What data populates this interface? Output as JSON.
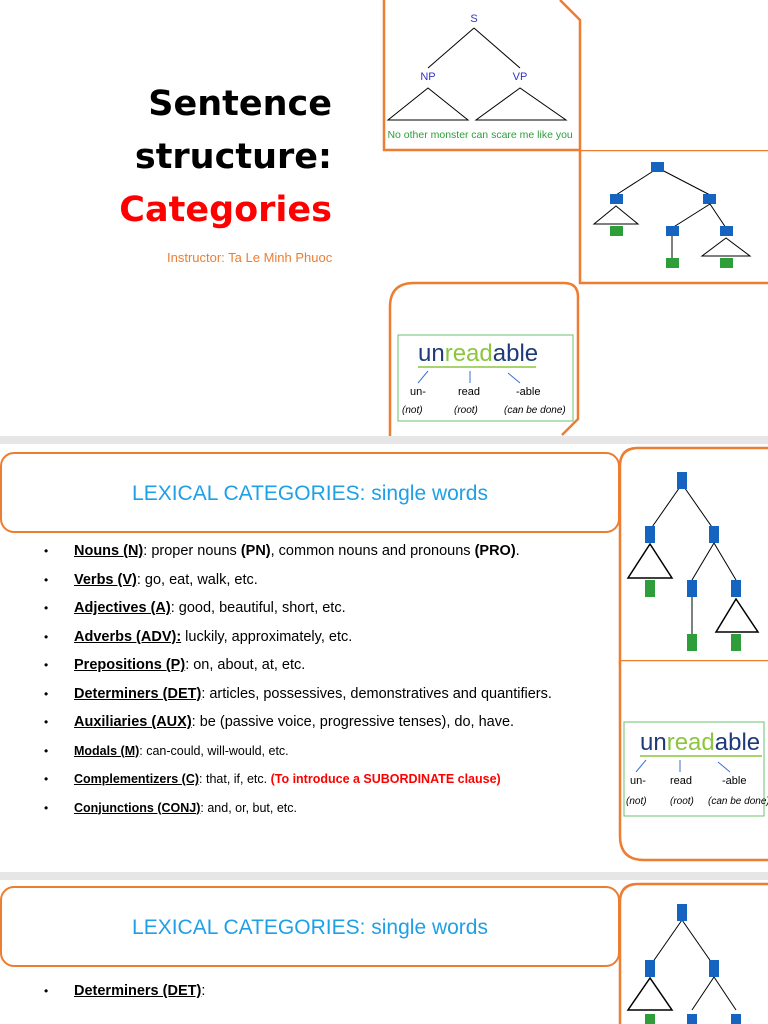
{
  "slide1": {
    "title_line1": "Sentence",
    "title_line2": "structure:",
    "title_line3": "Categories",
    "instructor": "Instructor: Ta Le Minh Phuoc",
    "tree": {
      "root": "S",
      "np": "NP",
      "vp": "VP",
      "np_text": "No other monster",
      "vp_text": "can scare me like you"
    },
    "morph": {
      "prefix": "un",
      "root": "read",
      "suffix": "able",
      "label_prefix": "un-",
      "label_root": "read",
      "label_suffix": "-able",
      "gloss_prefix": "(not)",
      "gloss_root": "(root)",
      "gloss_suffix": "(can be done)"
    }
  },
  "slide2": {
    "banner": "LEXICAL CATEGORIES: single words",
    "items": [
      {
        "term": "Nouns (N)",
        "segments": [
          ": proper nouns ",
          "(PN)",
          ", common nouns and pronouns ",
          "(PRO)",
          "."
        ]
      },
      {
        "term": "Verbs (V)",
        "rest": ": go, eat, walk, etc."
      },
      {
        "term": "Adjectives (A)",
        "rest": ": good, beautiful, short, etc."
      },
      {
        "term": "Adverbs (ADV):",
        "rest": " luckily, approximately, etc."
      },
      {
        "term": "Prepositions (P)",
        "rest": ": on, about, at, etc."
      },
      {
        "term": "Determiners (DET)",
        "rest": ": articles, possessives, demonstratives and quantifiers."
      },
      {
        "term": "Auxiliaries (AUX)",
        "rest": ": be (passive voice, progressive tenses), do, have."
      },
      {
        "term": "Modals (M)",
        "rest": ": can-could, will-would, etc."
      },
      {
        "term": "Complementizers (C)",
        "rest": ": that, if, etc. ",
        "note": "(To introduce a SUBORDINATE clause)"
      },
      {
        "term": "Conjunctions (CONJ)",
        "rest": ": and, or, but, etc."
      }
    ]
  },
  "slide3": {
    "banner": "LEXICAL CATEGORIES: single words",
    "items": [
      {
        "term": "Determiners (DET)",
        "rest": ":"
      }
    ]
  },
  "colors": {
    "accent": "#ed7d31",
    "banner_text": "#1fa0e6",
    "red": "#ff0000",
    "node_blue": "#1565c0",
    "node_green": "#2e9e3a"
  }
}
